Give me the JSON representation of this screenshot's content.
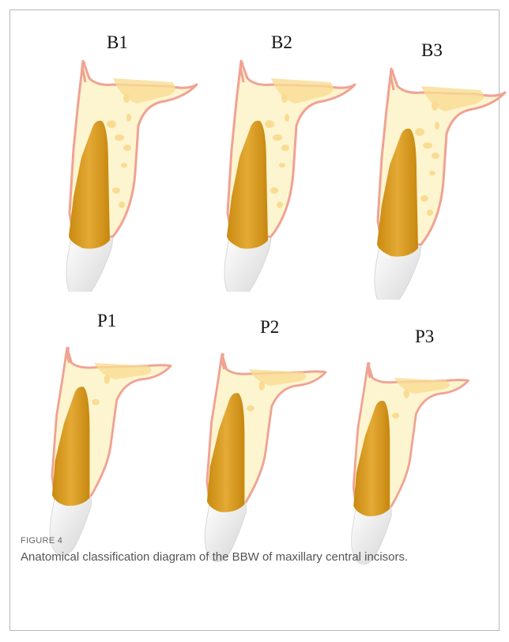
{
  "panels": [
    {
      "label": "B1"
    },
    {
      "label": "B2"
    },
    {
      "label": "B3"
    },
    {
      "label": "P1"
    },
    {
      "label": "P2"
    },
    {
      "label": "P3"
    }
  ],
  "caption": {
    "figure_label": "FIGURE 4",
    "text": "Anatomical classification diagram of the BBW of maxillary central incisors."
  },
  "colors": {
    "bone_fill": "#fdf5cf",
    "cortical_outline": "#f0a293",
    "root": "#d89a1e",
    "crown": "#f2f2f2"
  }
}
